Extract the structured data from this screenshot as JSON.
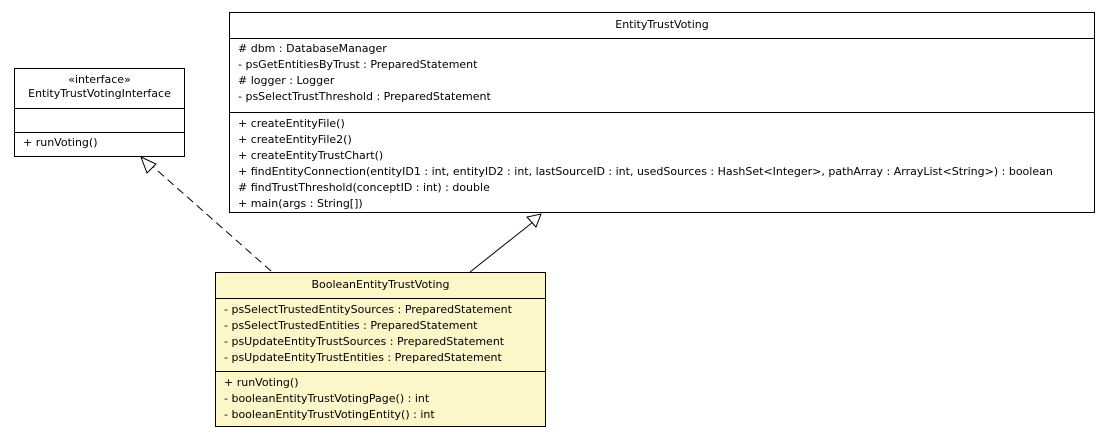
{
  "classes": {
    "entity_trust_voting": {
      "name": "EntityTrustVoting",
      "attributes": [
        "# dbm : DatabaseManager",
        "- psGetEntitiesByTrust : PreparedStatement",
        "# logger : Logger",
        "- psSelectTrustThreshold : PreparedStatement"
      ],
      "operations": [
        "+ createEntityFile()",
        "+ createEntityFile2()",
        "+ createEntityTrustChart()",
        "+ findEntityConnection(entityID1 : int, entityID2 : int, lastSourceID : int, usedSources : HashSet<Integer>, pathArray : ArrayList<String>) : boolean",
        "# findTrustThreshold(conceptID : int) : double",
        "+ main(args : String[])"
      ]
    },
    "entity_trust_voting_interface": {
      "stereotype": "«interface»",
      "name": "EntityTrustVotingInterface",
      "attributes": [],
      "operations": [
        "+ runVoting()"
      ]
    },
    "boolean_entity_trust_voting": {
      "name": "BooleanEntityTrustVoting",
      "attributes": [
        "- psSelectTrustedEntitySources : PreparedStatement",
        "- psSelectTrustedEntities : PreparedStatement",
        "- psUpdateEntityTrustSources : PreparedStatement",
        "- psUpdateEntityTrustEntities : PreparedStatement"
      ],
      "operations": [
        "+ runVoting()",
        "- booleanEntityTrustVotingPage() : int",
        "- booleanEntityTrustVotingEntity() : int"
      ]
    }
  },
  "colors": {
    "highlight_fill": "#fdf6c8",
    "line": "#000000"
  }
}
